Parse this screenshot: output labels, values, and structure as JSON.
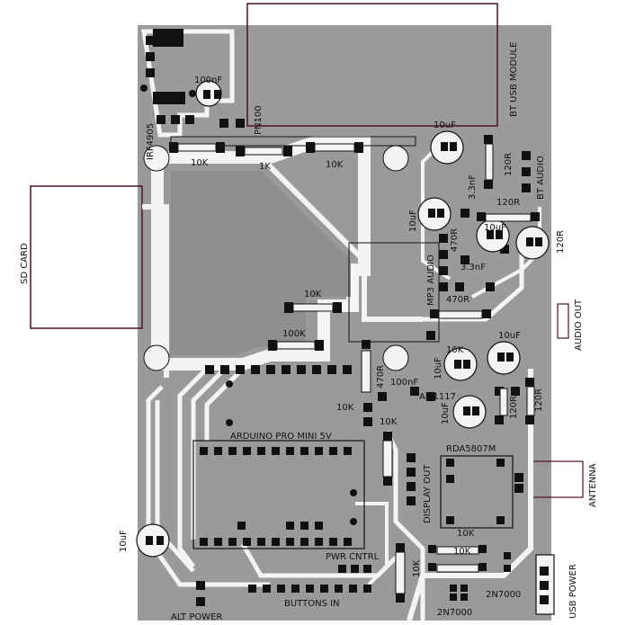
{
  "labels": {
    "bt_usb_module": "BT USB MODULE",
    "sd_card": "SD CARD",
    "mp3_audio": "MP3 AUDIO",
    "bt_audio": "BT AUDIO",
    "audio_out": "AUDIO OUT",
    "antenna": "ANTENNA",
    "arduino": "ARDUINO PRO MINI 5V",
    "display_out": "DISPLAY OUT",
    "rda": "RDA5807M",
    "pwr_cntrl": "PWR CNTRL",
    "buttons_in": "BUTTONS IN",
    "alt_power": "ALT POWER",
    "usb_power": "USB POWER",
    "irf4905": "IRF4905",
    "pn100": "PN100",
    "am1117": "AM1117",
    "q_2n7000_a": "2N7000",
    "q_2n7000_b": "2N7000"
  },
  "values": {
    "cap_100nf_top": "100nF",
    "r_10k_a": "10K",
    "r_1k": "1K",
    "r_10k_b": "10K",
    "cap_10uf_top": "10uF",
    "cap_3_3nf_a": "3.3nF",
    "r_120r_a": "120R",
    "r_120r_b": "120R",
    "r_120r_c": "120R",
    "cap_10uf_left": "10uF",
    "r_470r_a": "470R",
    "cap_10uf_mid": "10uF",
    "cap_3_3nf_b": "3.3nF",
    "r_470r_b": "470R",
    "r_10k_c": "10K",
    "r_100k": "100K",
    "r_470r_c": "470R",
    "r_10k_d": "10K",
    "cap_10uf_r1": "10uF",
    "cap_10uf_r2": "10uF",
    "cap_100nf_mid": "100nF",
    "cap_10uf_r3": "10uF",
    "r_10k_e": "10K",
    "r_10k_f": "10K",
    "r_120r_d": "120R",
    "r_120r_e": "120R",
    "cap_10uf_bottom": "10uF",
    "r_10k_g": "10K",
    "r_10k_h": "10K",
    "r_10k_i": "10K"
  },
  "colors": {
    "substrate": "#9a9a9a",
    "copper": "#f4f4f4",
    "silkscreen": "#111111",
    "outline": "#4a1030",
    "pad": "#111111"
  }
}
